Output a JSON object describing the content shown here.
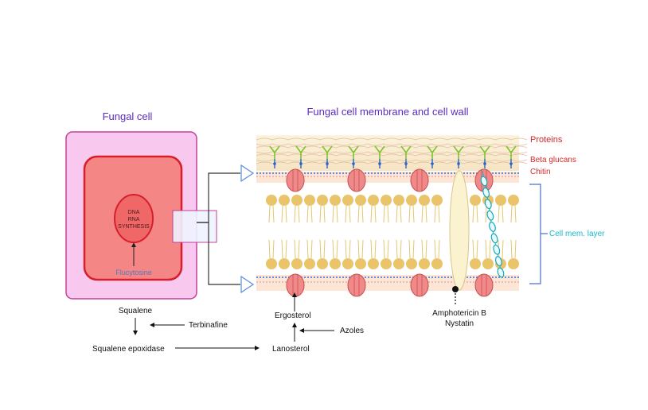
{
  "titles": {
    "fungal_cell": "Fungal cell",
    "membrane_wall": "Fungal cell membrane and cell wall"
  },
  "cell": {
    "nucleus_lines": [
      "DNA",
      "RNA",
      "SYNTHESIS"
    ],
    "drug": "Flucytosine"
  },
  "wall_labels": {
    "proteins": "Proteins",
    "beta_glucans": "Beta glucans",
    "chitin": "Chitin",
    "membrane_layer": "Cell mem. layer"
  },
  "pathway": {
    "squalene": "Squalene",
    "terbinafine": "Terbinafine",
    "squalene_epoxidase": "Squalene epoxidase",
    "lanosterol": "Lanosterol",
    "azoles": "Azoles",
    "ergosterol": "Ergosterol",
    "amphotericin": "Amphotericin B",
    "nystatin": "Nystatin"
  },
  "colors": {
    "title_purple": "#5b2bbf",
    "label_red": "#d42a2a",
    "label_cyan": "#14b8c8",
    "cell_outer_fill": "#f9c8ef",
    "cell_outer_stroke": "#c2409a",
    "cell_inner_fill": "#f48686",
    "cell_inner_stroke": "#d81e2a",
    "lipid_head": "#e9c46a",
    "protein_fill": "#f08a8a",
    "glucan_green": "#7cc42a",
    "connector_blue": "#2565c7",
    "bracket_blue": "#4a6fd0"
  }
}
